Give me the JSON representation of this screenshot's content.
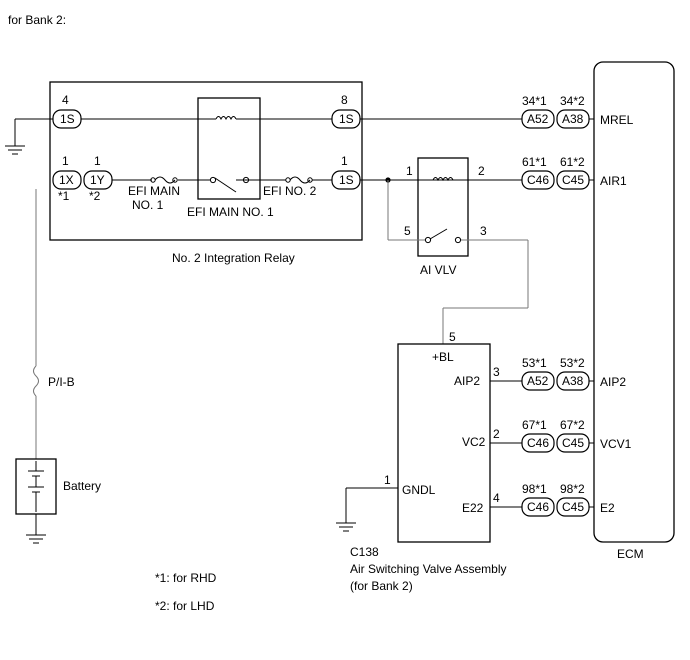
{
  "header": "for Bank 2:",
  "relay": {
    "name": "No. 2 Integration Relay",
    "efi_main_relay": "EFI MAIN NO. 1",
    "efi_main_fuse_l1": "EFI MAIN",
    "efi_main_fuse_l2": "NO. 1",
    "efi_no2_fuse": "EFI NO. 2",
    "pin4": "4",
    "conn_4": "1S",
    "pin8": "8",
    "conn_8": "1S",
    "pin1a": "1",
    "conn_1x": "1X",
    "note_1x": "*1",
    "pin1b": "1",
    "conn_1y": "1Y",
    "note_1y": "*2",
    "pin1c": "1",
    "conn_1s": "1S"
  },
  "ai_vlv": {
    "name": "AI VLV",
    "pin1": "1",
    "pin2": "2",
    "pin3": "3",
    "pin5": "5"
  },
  "ecm": {
    "name": "ECM",
    "rows": [
      {
        "signal": "MREL",
        "conn1": "A52",
        "conn2": "A38",
        "pin1": "34*1",
        "pin2": "34*2"
      },
      {
        "signal": "AIR1",
        "conn1": "C46",
        "conn2": "C45",
        "pin1": "61*1",
        "pin2": "61*2"
      },
      {
        "signal": "AIP2",
        "conn1": "A52",
        "conn2": "A38",
        "pin1": "53*1",
        "pin2": "53*2"
      },
      {
        "signal": "VCV1",
        "conn1": "C46",
        "conn2": "C45",
        "pin1": "67*1",
        "pin2": "67*2"
      },
      {
        "signal": "E2",
        "conn1": "C46",
        "conn2": "C45",
        "pin1": "98*1",
        "pin2": "98*2"
      }
    ]
  },
  "asv": {
    "code": "C138",
    "name_l1": "Air Switching Valve Assembly",
    "name_l2": "(for Bank 2)",
    "t_bl": "+BL",
    "t_bl_pin": "5",
    "t_aip2": "AIP2",
    "t_aip2_pin": "3",
    "t_vc": "VC2",
    "t_vc_pin": "2",
    "t_gndl": "GNDL",
    "t_gndl_pin": "1",
    "t_e22": "E22",
    "t_e22_pin": "4"
  },
  "fuse_pib": "P/I-B",
  "battery": "Battery",
  "notes": {
    "n1": "*1: for RHD",
    "n2": "*2: for LHD"
  }
}
